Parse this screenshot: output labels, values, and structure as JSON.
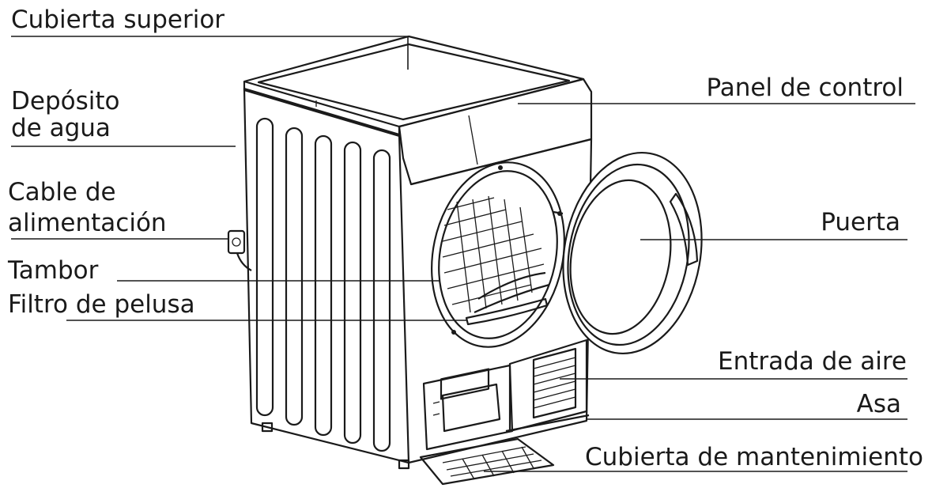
{
  "labels": {
    "cubierta_superior": "Cubierta superior",
    "deposito_line1": "Depósito",
    "deposito_line2": "de agua",
    "cable_line1": "Cable de",
    "cable_line2": "alimentación",
    "tambor": "Tambor",
    "filtro": "Filtro de pelusa",
    "panel": "Panel de control",
    "puerta": "Puerta",
    "entrada": "Entrada de aire",
    "asa": "Asa",
    "mantenimiento": "Cubierta de mantenimiento"
  },
  "colors": {
    "ink": "#1a1a1a",
    "background": "#ffffff"
  }
}
